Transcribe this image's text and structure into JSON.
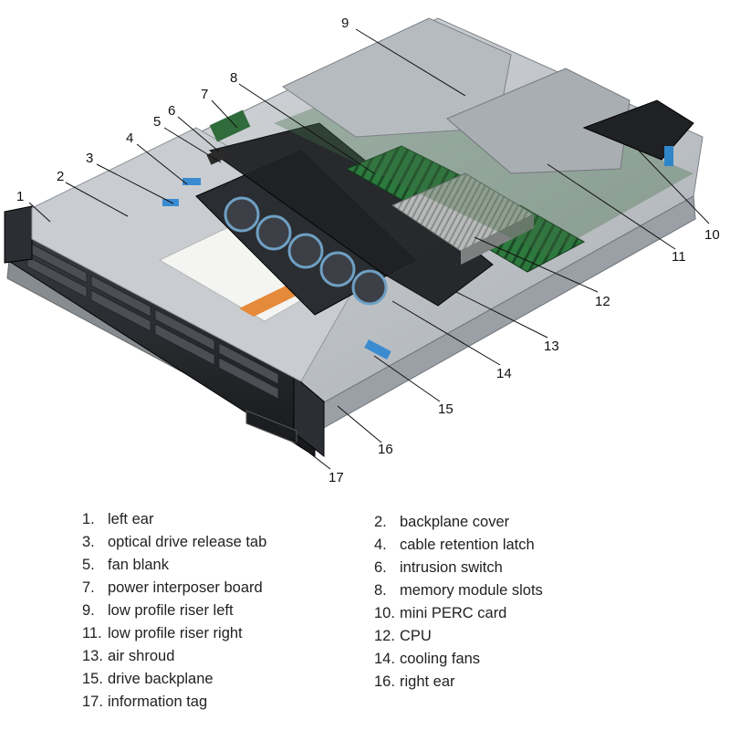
{
  "callouts": [
    {
      "num": "1"
    },
    {
      "num": "2"
    },
    {
      "num": "3"
    },
    {
      "num": "4"
    },
    {
      "num": "5"
    },
    {
      "num": "6"
    },
    {
      "num": "7"
    },
    {
      "num": "8"
    },
    {
      "num": "9"
    },
    {
      "num": "10"
    },
    {
      "num": "11"
    },
    {
      "num": "12"
    },
    {
      "num": "13"
    },
    {
      "num": "14"
    },
    {
      "num": "15"
    },
    {
      "num": "16"
    },
    {
      "num": "17"
    }
  ],
  "legend": [
    {
      "num": "1.",
      "label": "left ear"
    },
    {
      "num": "2.",
      "label": "backplane cover"
    },
    {
      "num": "3.",
      "label": "optical drive release tab"
    },
    {
      "num": "4.",
      "label": "cable retention latch"
    },
    {
      "num": "5.",
      "label": "fan blank"
    },
    {
      "num": "6.",
      "label": "intrusion switch"
    },
    {
      "num": "7.",
      "label": "power interposer board"
    },
    {
      "num": "8.",
      "label": "memory module slots"
    },
    {
      "num": "9.",
      "label": "low profile riser left"
    },
    {
      "num": "10.",
      "label": "mini PERC card"
    },
    {
      "num": "11.",
      "label": "low profile riser right"
    },
    {
      "num": "12.",
      "label": "CPU"
    },
    {
      "num": "13.",
      "label": "air shroud"
    },
    {
      "num": "14.",
      "label": "cooling fans"
    },
    {
      "num": "15.",
      "label": "drive backplane"
    },
    {
      "num": "16.",
      "label": "right ear"
    },
    {
      "num": "17.",
      "label": "information tag"
    }
  ]
}
